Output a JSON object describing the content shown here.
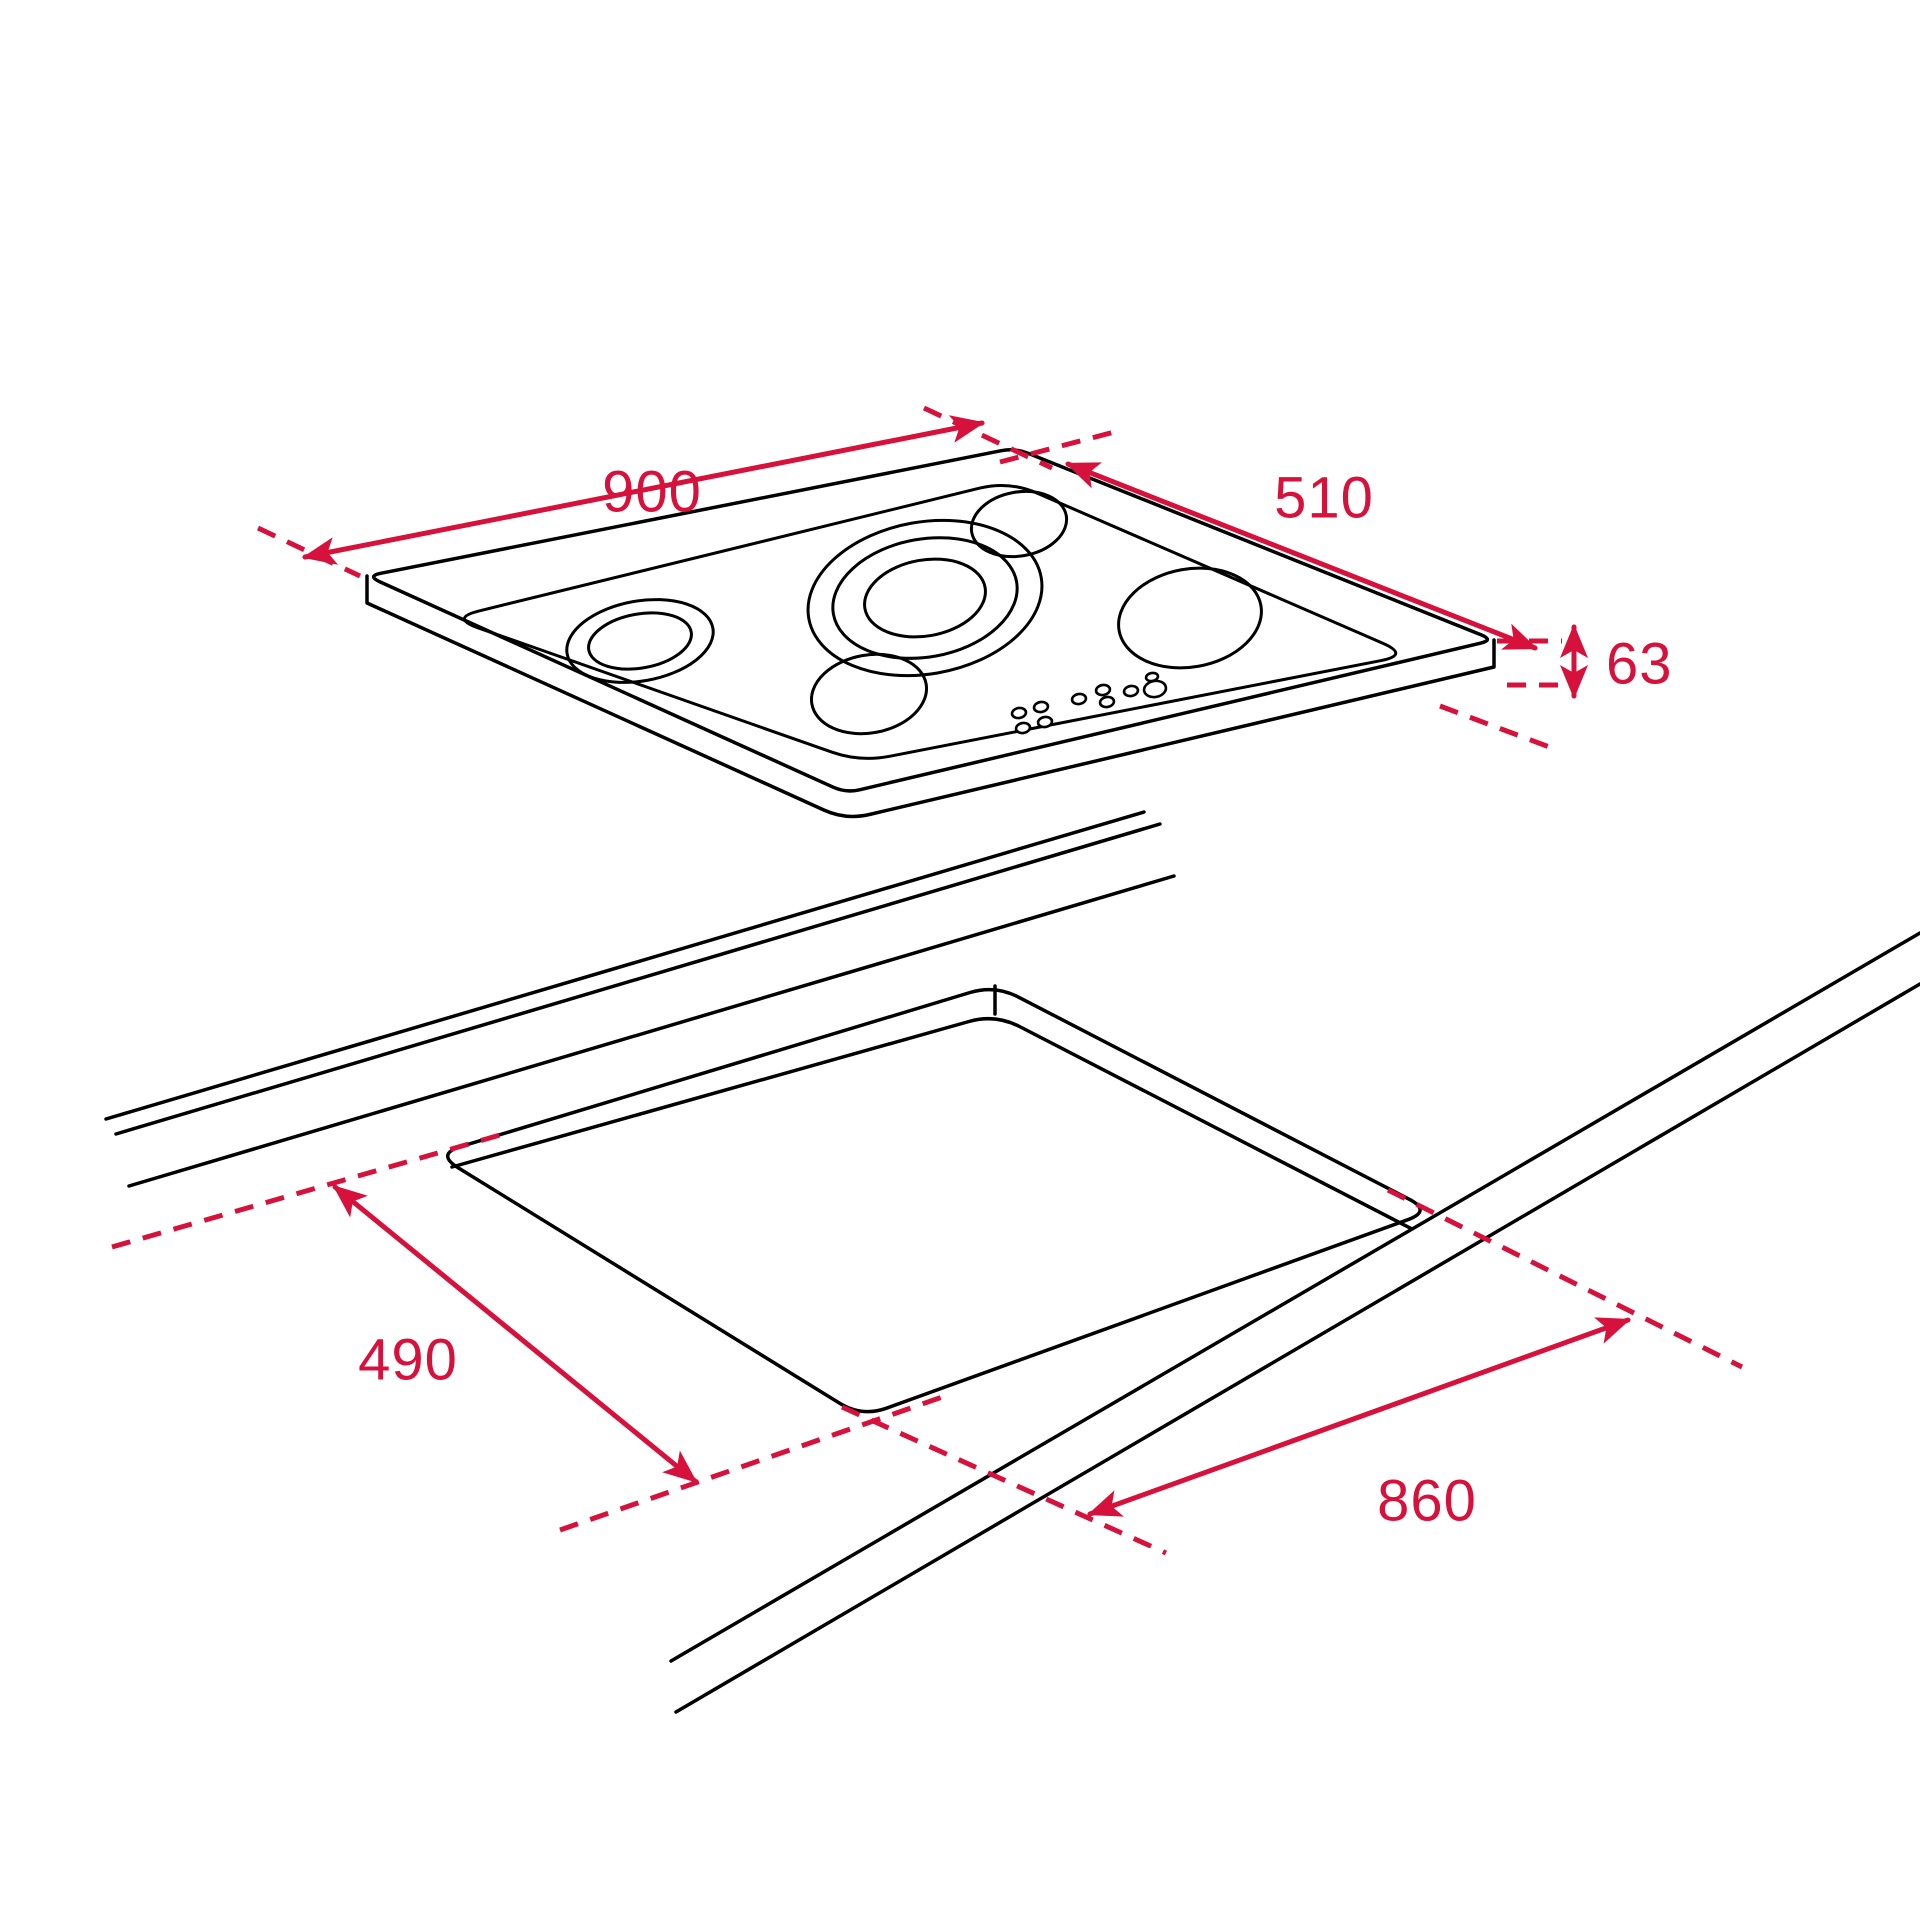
{
  "diagram": {
    "kind": "hob-installation-dimension-drawing",
    "unit": "mm",
    "colors": {
      "outline": "#000000",
      "dimension": "#D6123C",
      "background": "#FFFFFF"
    },
    "hob": {
      "burner_count": 5,
      "control_dot_count": 10
    },
    "dimensions": {
      "hob_width": {
        "value": "900"
      },
      "hob_depth": {
        "value": "510"
      },
      "hob_height": {
        "value": "63"
      },
      "cutout_depth": {
        "value": "490"
      },
      "cutout_width": {
        "value": "860"
      }
    }
  }
}
